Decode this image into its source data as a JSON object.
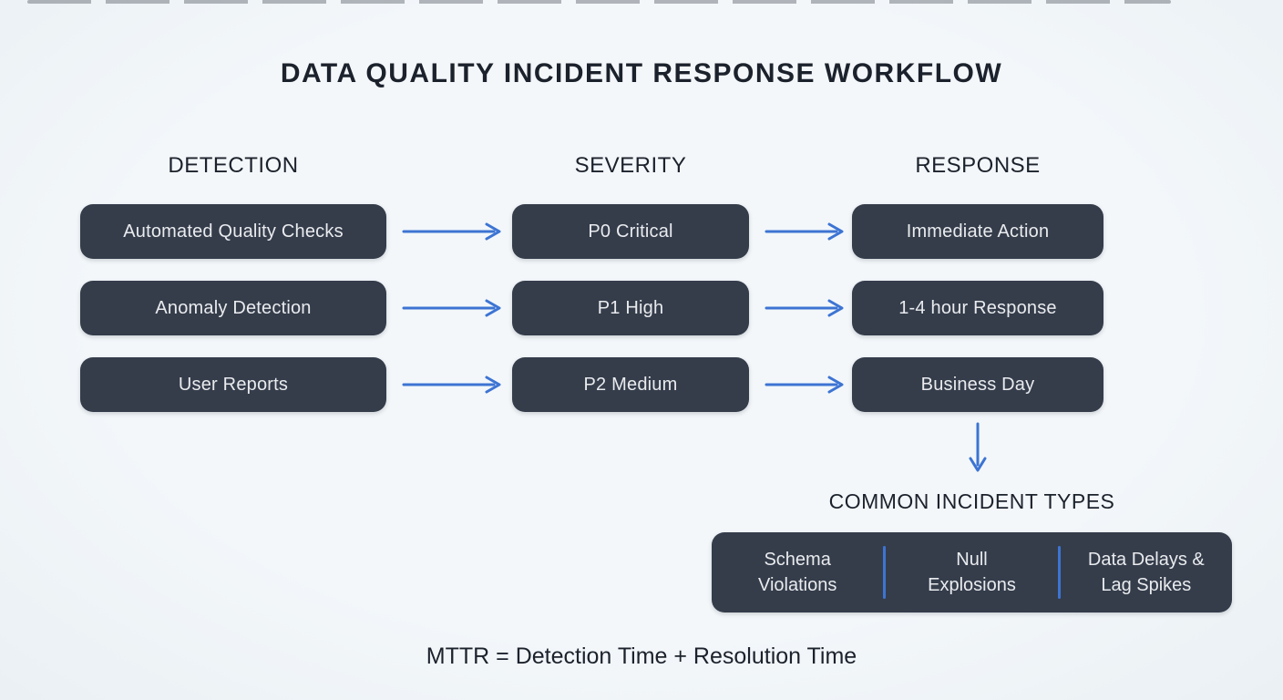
{
  "title": "DATA QUALITY INCIDENT RESPONSE WORKFLOW",
  "columns": [
    {
      "header": "DETECTION",
      "boxes": [
        "Automated Quality Checks",
        "Anomaly Detection",
        "User Reports"
      ]
    },
    {
      "header": "SEVERITY",
      "boxes": [
        "P0 Critical",
        "P1 High",
        "P2 Medium"
      ]
    },
    {
      "header": "RESPONSE",
      "boxes": [
        "Immediate Action",
        "1-4 hour Response",
        "Business Day"
      ]
    }
  ],
  "incident_types": {
    "heading": "COMMON INCIDENT TYPES",
    "items": [
      {
        "line1": "Schema",
        "line2": "Violations"
      },
      {
        "line1": "Null",
        "line2": "Explosions"
      },
      {
        "line1": "Data Delays &",
        "line2": "Lag Spikes"
      }
    ]
  },
  "footer": {
    "formula": "MTTR = Detection Time + Resolution Time"
  },
  "colors": {
    "background": "#f1f5f8",
    "box_bg": "#353d4b",
    "box_text": "#e9ebee",
    "arrow_blue": "#3d74d3",
    "text_dark": "#1c222c"
  }
}
